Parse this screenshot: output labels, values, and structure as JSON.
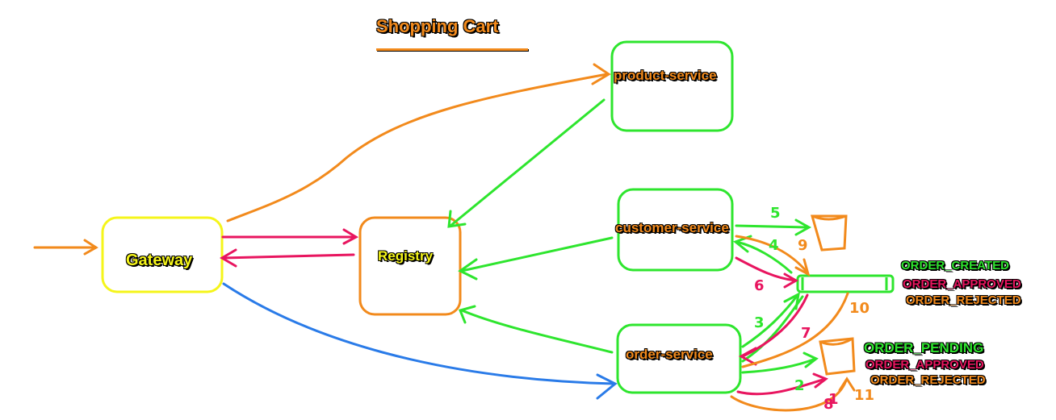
{
  "title": "Shopping Cart",
  "nodes": {
    "gateway": "Gateway",
    "registry": "Registry",
    "product_service": "product-service",
    "customer_service": "customer-service",
    "order_service": "order-service"
  },
  "customer_topic_statuses": [
    "ORDER_CREATED",
    "ORDER_APPROVED",
    "ORDER_REJECTED"
  ],
  "order_db_statuses": [
    "ORDER_PENDING",
    "ORDER_APPROVED",
    "ORDER_REJECTED"
  ],
  "step_numbers": [
    "1",
    "2",
    "4",
    "5",
    "6",
    "7",
    "8",
    "9",
    "10",
    "11",
    "3"
  ],
  "colors": {
    "orange": "#f28a1c",
    "green": "#2ee52e",
    "pink": "#e8155f",
    "blue": "#2a7be8",
    "yellow": "#f5f51a"
  }
}
